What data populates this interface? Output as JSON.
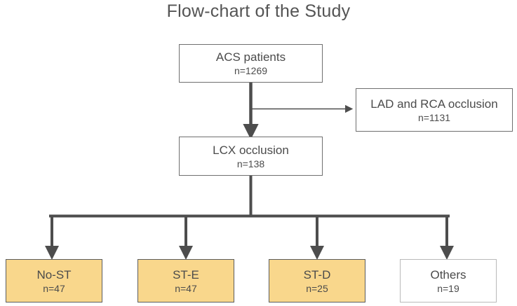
{
  "title": "Flow-chart of the Study",
  "colors": {
    "box_fill_highlight": "#f9d78c",
    "box_fill_plain": "#ffffff",
    "border_dark": "#5d5d5d",
    "border_light": "#b9b9b9",
    "text": "#4b4b4b",
    "title_text": "#545454",
    "connector": "#4d4d4d"
  },
  "nodes": {
    "acs": {
      "label": "ACS patients",
      "count": "n=1269"
    },
    "lad_rca": {
      "label": "LAD and RCA occlusion",
      "count": "n=1131"
    },
    "lcx": {
      "label": "LCX occlusion",
      "count": "n=138"
    },
    "no_st": {
      "label": "No-ST",
      "count": "n=47"
    },
    "st_e": {
      "label": "ST-E",
      "count": "n=47"
    },
    "st_d": {
      "label": "ST-D",
      "count": "n=25"
    },
    "others": {
      "label": "Others",
      "count": "n=19"
    }
  }
}
